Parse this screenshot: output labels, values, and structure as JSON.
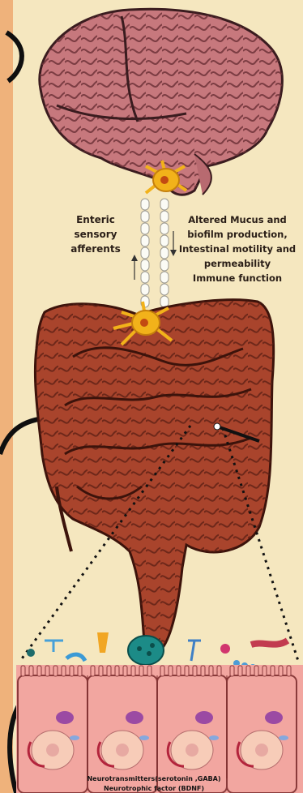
{
  "labels": {
    "enteric": [
      "Enteric",
      "sensory",
      "afferents"
    ],
    "altered": [
      "Altered Mucus and",
      "biofilm production,",
      "Intestinal motility and",
      "permeability",
      "Immune function"
    ],
    "neuro1": "Neurotransmitters(serotonin ,GABA)",
    "neuro2": "Neurotrophic factor (BDNF)"
  },
  "colors": {
    "background": "#f5e7bf",
    "brain": "#c7787d",
    "intestine": "#a9442c",
    "neuron": "#f2b21a",
    "epithelium": "#f2a6a0"
  },
  "icons": [
    "brain-illustration",
    "neuron-icon",
    "intestine-illustration",
    "epithelial-cell-icon",
    "microbe-icon"
  ]
}
